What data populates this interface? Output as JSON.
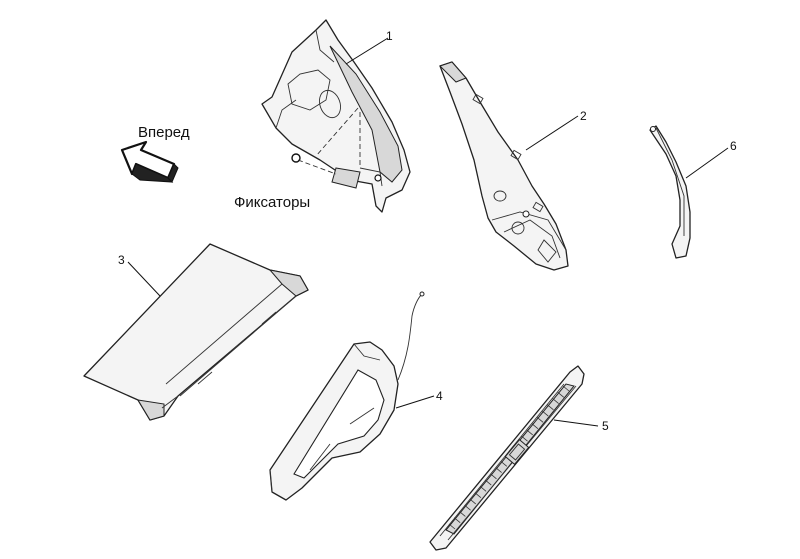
{
  "labels": {
    "forward": "Вперед",
    "fasteners": "Фиксаторы"
  },
  "callouts": [
    "1",
    "2",
    "3",
    "4",
    "5",
    "6"
  ]
}
